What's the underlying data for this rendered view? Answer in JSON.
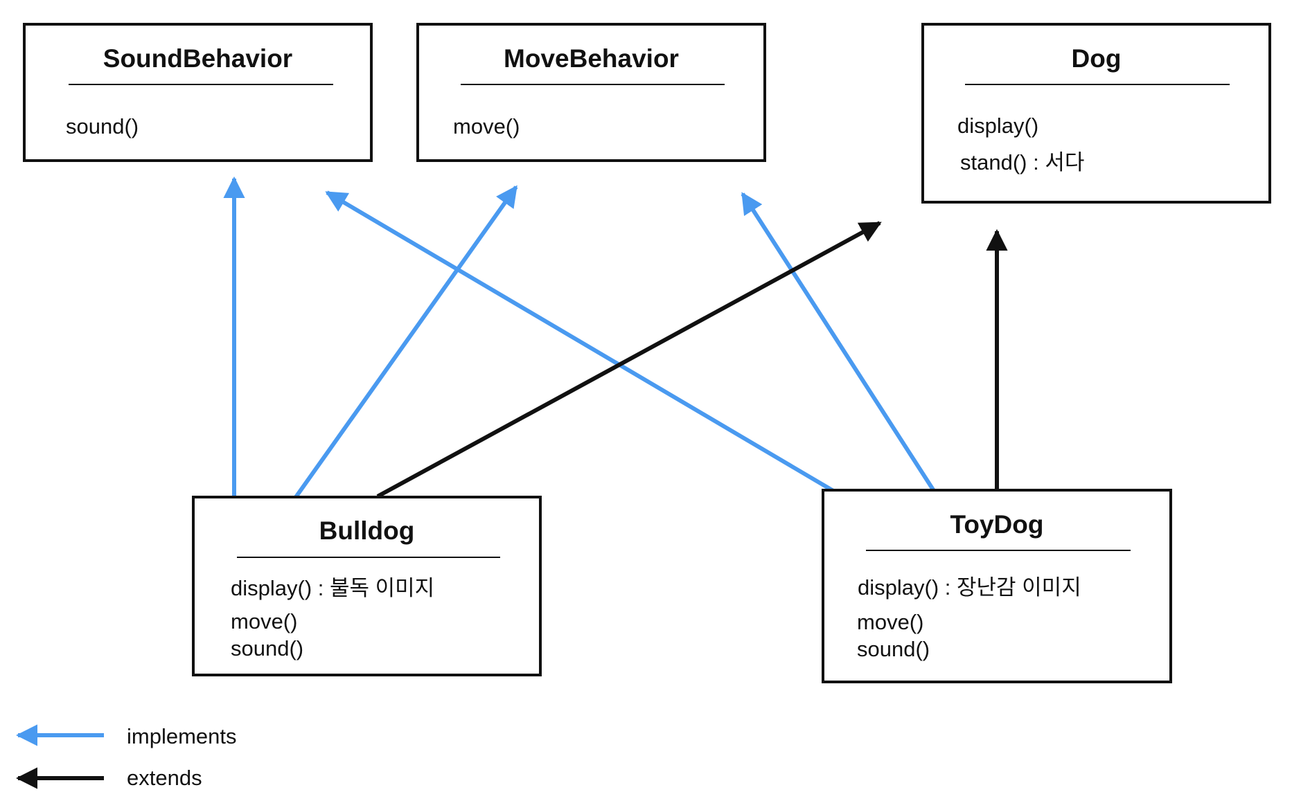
{
  "classes": {
    "sound_behavior": {
      "name": "SoundBehavior",
      "methods": [
        "sound()"
      ]
    },
    "move_behavior": {
      "name": "MoveBehavior",
      "methods": [
        "move()"
      ]
    },
    "dog": {
      "name": "Dog",
      "methods": [
        "display()",
        "stand() : 서다"
      ]
    },
    "bulldog": {
      "name": "Bulldog",
      "methods": [
        "display() : 불독 이미지",
        "move()",
        "sound()"
      ]
    },
    "toydog": {
      "name": "ToyDog",
      "methods": [
        "display() : 장난감 이미지",
        "move()",
        "sound()"
      ]
    }
  },
  "relations": [
    {
      "from": "Bulldog",
      "to": "SoundBehavior",
      "kind": "implements"
    },
    {
      "from": "Bulldog",
      "to": "MoveBehavior",
      "kind": "implements"
    },
    {
      "from": "Bulldog",
      "to": "Dog",
      "kind": "extends"
    },
    {
      "from": "ToyDog",
      "to": "SoundBehavior",
      "kind": "implements"
    },
    {
      "from": "ToyDog",
      "to": "MoveBehavior",
      "kind": "implements"
    },
    {
      "from": "ToyDog",
      "to": "Dog",
      "kind": "extends"
    }
  ],
  "legend": {
    "implements": "implements",
    "extends": "extends"
  },
  "colors": {
    "implements": "#4a9af0",
    "extends": "#111111",
    "border": "#111111"
  }
}
